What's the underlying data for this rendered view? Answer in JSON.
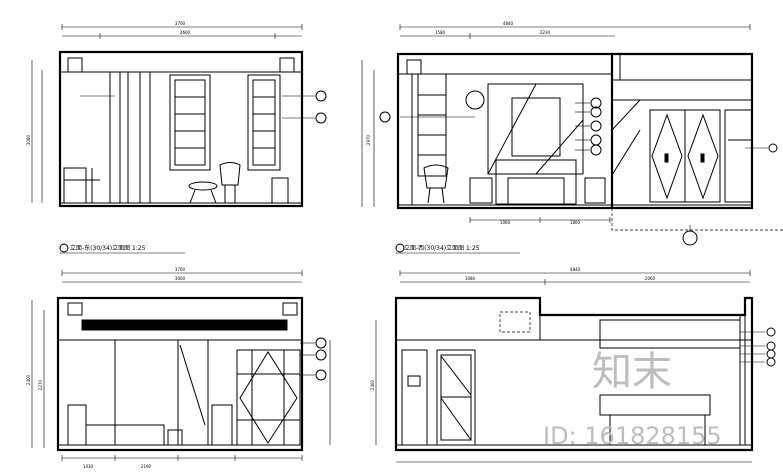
{
  "elevations": [
    {
      "caption": "立面-东(30/34)立面图 1:25",
      "overall_dim": "3700",
      "sub_dims": [
        "2660"
      ],
      "height_dims": [
        "3080"
      ],
      "callouts": [
        "",
        ""
      ]
    },
    {
      "caption": "立面-西(30/34)立面图 1:25",
      "overall_dim": "4840",
      "sub_dims": [
        "1580",
        "2230"
      ],
      "bottom_dims": [
        "1060",
        "1800"
      ],
      "height_dims": [
        "2970"
      ],
      "callouts": [
        "",
        "",
        "",
        "",
        "",
        ""
      ]
    },
    {
      "caption": "",
      "overall_dim": "3700",
      "sub_dims": [
        "3000"
      ],
      "height_dims": [
        "2400",
        "2270"
      ],
      "bottom_dims": [
        "1030",
        "2190"
      ],
      "callouts": [
        "",
        "",
        ""
      ]
    },
    {
      "caption": "",
      "overall_dim": "4840",
      "sub_dims": [
        "1080",
        "2060"
      ],
      "height_dims": [
        "2400"
      ],
      "callouts": [
        "",
        "",
        "",
        "",
        ""
      ]
    }
  ],
  "watermark": {
    "brand": "知末",
    "id": "ID: 161828155"
  }
}
